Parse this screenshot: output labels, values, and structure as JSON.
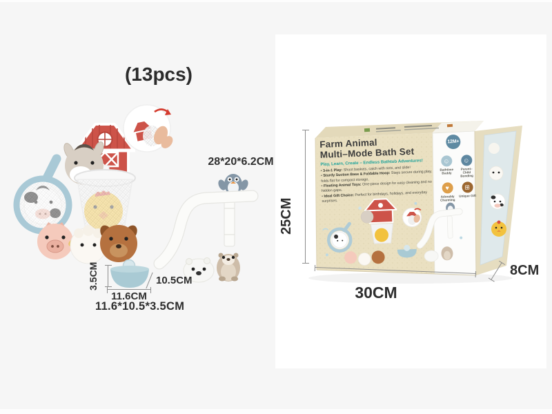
{
  "page": {
    "pieces_label": "(13pcs)"
  },
  "annotations": {
    "slide_size": "28*20*6.2CM",
    "boat_height": "3.5CM",
    "boat_width": "11.6CM",
    "boat_depth": "10.5CM",
    "boat_size_summary": "11.6*10.5*3.5CM",
    "box_height": "25CM",
    "box_width": "30CM",
    "box_depth": "8CM"
  },
  "box": {
    "title_line1": "Farm Animal",
    "title_line2": "Multi–Mode Bath Set",
    "subtitle": "Play, Learn, Create – Endless Bathtub Adventures!",
    "bullets": [
      {
        "lead": "3-in-1 Play:",
        "text": " Shoot baskets, catch with nets, and slide!"
      },
      {
        "lead": "Sturdy Suction Base & Foldable Hoop:",
        "text": " Stays secure during play, folds flat for compact storage."
      },
      {
        "lead": "Floating Animal Toys:",
        "text": " One-piece design for easy cleaning and no hidden gaps."
      },
      {
        "lead": "Ideal Gift Choice:",
        "text": " Perfect for birthdays, holidays, and everyday surprises."
      }
    ],
    "age_badge": "12M+",
    "features": [
      {
        "label": "Bathtime Buddy",
        "color": "#a9c6d2",
        "glyph": "☺"
      },
      {
        "label": "Parent–Child Bonding",
        "color": "#5e87a0",
        "glyph": "☺"
      },
      {
        "label": "Adorably Charming",
        "color": "#de9f4b",
        "glyph": "♥"
      },
      {
        "label": "Unique Gift",
        "color": "#9c6730",
        "glyph": "⊞"
      }
    ],
    "colors": {
      "box_tan": "#eae0c1",
      "side_panel_blue": "#dfe9eb",
      "subtitle_teal": "#1fa39b",
      "badge_blue": "#5e8aa2",
      "barn_red": "#cd5349",
      "toy_blue": "#a9cad4"
    }
  }
}
